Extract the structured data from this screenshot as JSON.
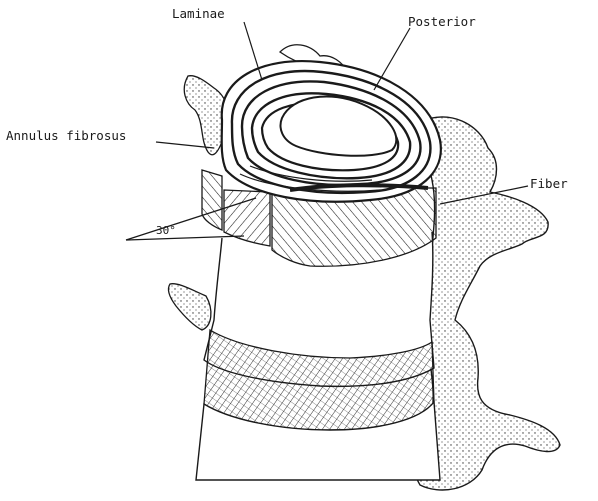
{
  "labels": {
    "laminae": "Laminae",
    "posterior": "Posterior",
    "annulus": "Annulus fibrosus",
    "fiber": "Fiber",
    "angle": "30°"
  },
  "colors": {
    "ink": "#1a1a1a",
    "paper": "#ffffff"
  }
}
